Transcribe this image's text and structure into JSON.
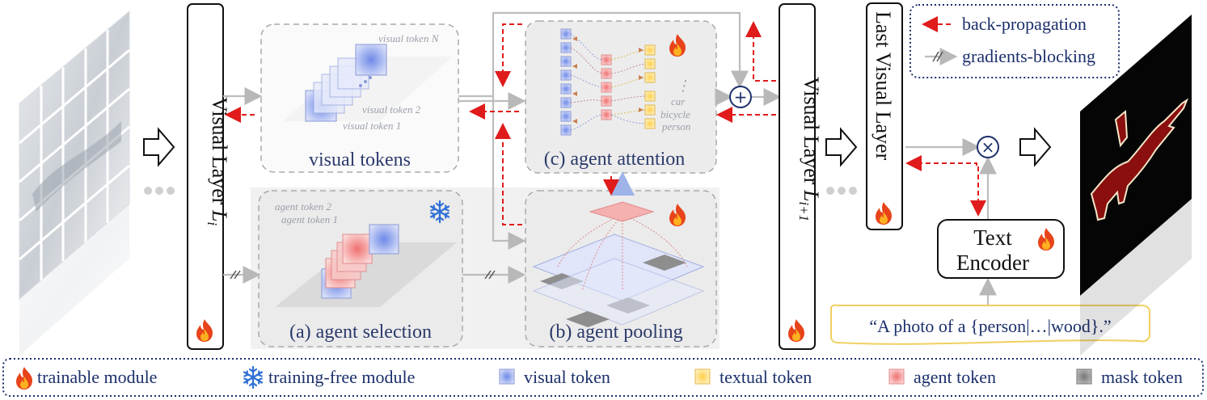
{
  "layers": {
    "visual_layer_i_prefix": "Visual Layer ",
    "visual_layer_i_symbol": "L",
    "visual_layer_i_sub": "i",
    "visual_layer_i1_prefix": "Visual Layer ",
    "visual_layer_i1_symbol": "L",
    "visual_layer_i1_sub": "i+1",
    "last_visual_layer": "Last Visual Layer"
  },
  "panels": {
    "visual_tokens_caption": "visual tokens",
    "visual_token_n": "visual token N",
    "visual_token_2": "visual token 2",
    "visual_token_1": "visual token 1",
    "agent_selection_caption": "(a) agent selection",
    "agent_token_2": "agent token 2",
    "agent_token_1": "agent token 1",
    "agent_pooling_caption": "(b) agent pooling",
    "agent_attention_caption": "(c) agent attention",
    "text_labels": [
      "car",
      "bicycle",
      "person"
    ],
    "vertical_ellipsis": "⋮"
  },
  "text_encoder": {
    "line1": "Text",
    "line2": "Encoder"
  },
  "prompt": "“A photo of a {person|…|wood}.”",
  "ops": {
    "add_symbol": "+",
    "multiply_symbol": "×"
  },
  "arrow_legend": {
    "backprop": "back-propagation",
    "gradient_block": "gradients-blocking"
  },
  "legend": {
    "trainable": "trainable module",
    "training_free": "training-free module",
    "visual_token": "visual token",
    "textual_token": "textual token",
    "agent_token": "agent token",
    "mask_token": "mask token"
  },
  "colors": {
    "navy": "#1b2f6b",
    "backprop_red": "#e01b1b",
    "visual_blue": "#a9b7f0",
    "textual_yellow": "#ffe08a",
    "agent_red": "#f4a0a0",
    "mask_gray": "#8a8a8a",
    "prompt_border": "#f0d060"
  },
  "icons": {
    "flame": "flame-icon",
    "snowflake": "snowflake-icon",
    "dots": "ellipsis-icon"
  }
}
